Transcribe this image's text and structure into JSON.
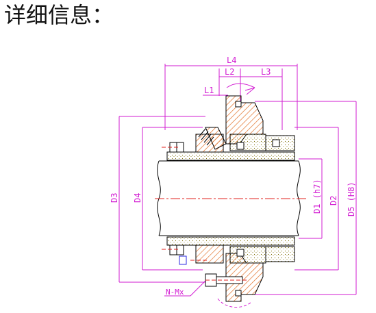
{
  "heading": "详细信息：",
  "labels": {
    "L4": "L4",
    "L2": "L2",
    "L3": "L3",
    "L1": "L1",
    "D3": "D3",
    "D4": "D4",
    "D1": "D1 (h7)",
    "D2": "D2",
    "D5": "D5 (H8)",
    "NMx": "N-Mx"
  },
  "colors": {
    "outline": "#000000",
    "dimension": "#d21bd2",
    "centerline": "#e0201e",
    "hatch": "#e06a1e",
    "spring": "#2a2ae0",
    "dots": "#7a6a00"
  }
}
